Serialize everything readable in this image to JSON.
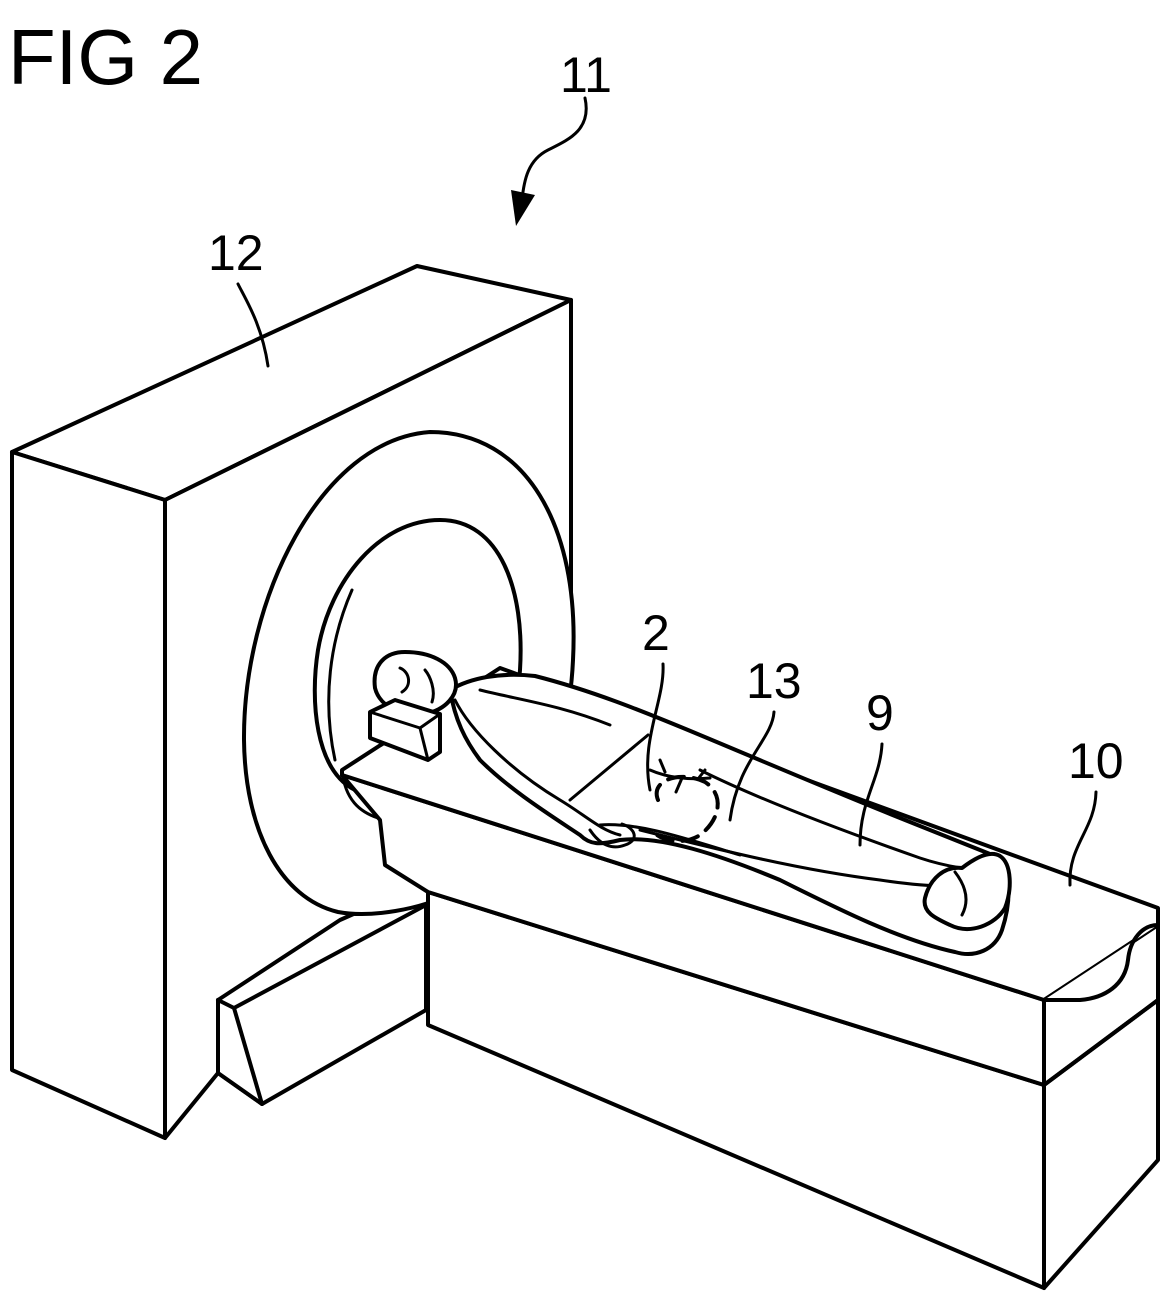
{
  "figure": {
    "title": "FIG 2",
    "labels": {
      "apparatus": "11",
      "gantry": "12",
      "region": "2",
      "vessel": "13",
      "patient": "9",
      "table": "10"
    }
  }
}
